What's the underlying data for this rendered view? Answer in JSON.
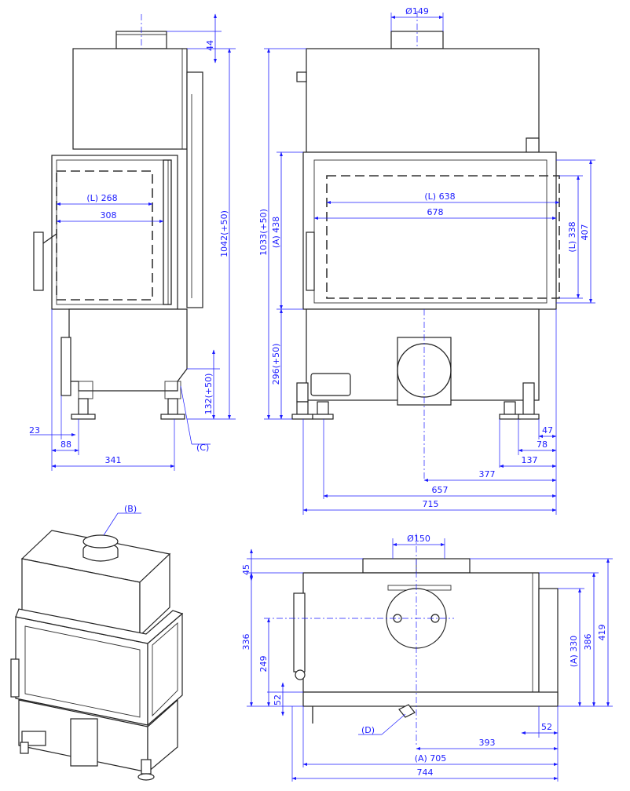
{
  "dimensions": {
    "side_view": {
      "d44": "44",
      "d1042": "1042(+50)",
      "d268": "(L) 268",
      "d308": "308",
      "d132": "132(+50)",
      "d23": "23",
      "d88": "88",
      "d341": "341",
      "c_label": "(C)"
    },
    "front_view": {
      "d149": "Ø149",
      "d1033": "1033(+50)",
      "d438": "(A) 438",
      "d296": "296(+50)",
      "d638": "(L) 638",
      "d678": "678",
      "d338": "(L) 338",
      "d407": "407",
      "d47": "47",
      "d78": "78",
      "d137": "137",
      "d377": "377",
      "d657": "657",
      "d715": "715"
    },
    "iso_view": {
      "b_label": "(B)"
    },
    "top_view": {
      "d150": "Ø150",
      "d45": "45",
      "d336": "336",
      "d249": "249",
      "d52l": "52",
      "d330": "(A) 330",
      "d386": "386",
      "d419": "419",
      "d52r": "52",
      "d393": "393",
      "d705": "(A) 705",
      "d744": "744",
      "d_label": "(D)"
    }
  }
}
